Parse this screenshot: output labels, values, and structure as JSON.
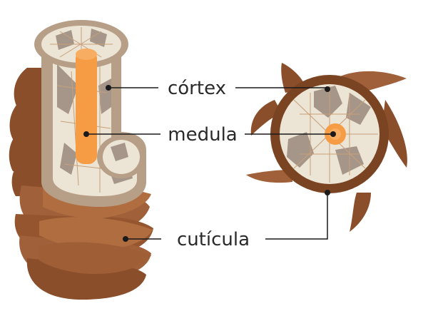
{
  "labels": {
    "cortex": "córtex",
    "medula": "medula",
    "cuticula": "cutícula"
  },
  "colors": {
    "cuticle_dark": "#7a4422",
    "cuticle_mid": "#a0603a",
    "cuticle_light": "#c78a5f",
    "cortex_light": "#ece4d4",
    "cortex_dark": "#a6968a",
    "cortex_lines": "#c7a07a",
    "rim": "#b79e86",
    "medulla": "#f59c45",
    "leader": "#1a1a1a"
  }
}
